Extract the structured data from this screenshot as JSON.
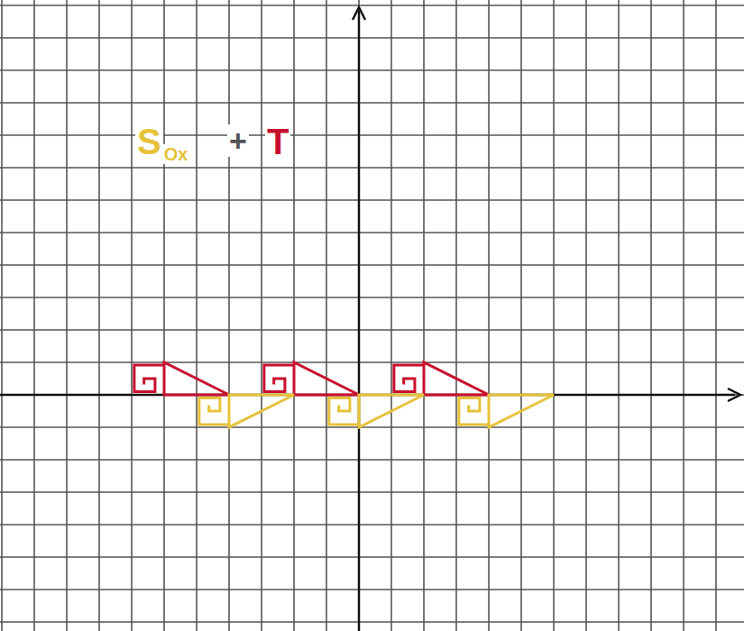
{
  "diagram": {
    "labels": [
      "S",
      "Ox",
      "+",
      "T"
    ]
  }
}
